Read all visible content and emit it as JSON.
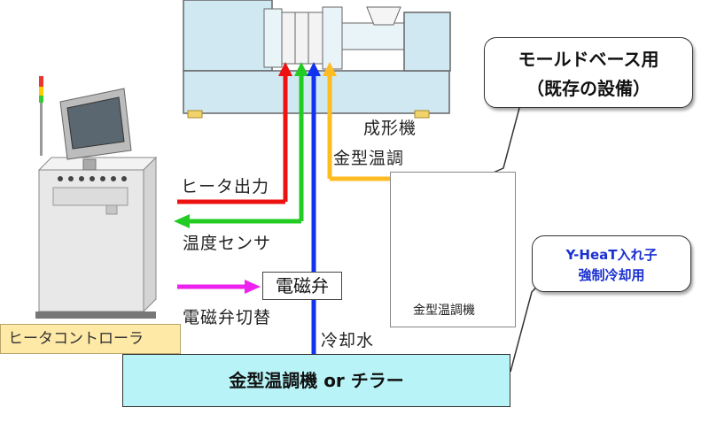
{
  "labels": {
    "heater_output": "ヒータ出力",
    "temp_sensor": "温度センサ",
    "molding_machine": "成形機",
    "mold_temp_control": "金型温調",
    "solenoid_valve": "電磁弁",
    "solenoid_switching": "電磁弁切替",
    "cooling_water": "冷却水",
    "heater_controller": "ヒータコントローラ",
    "mold_temp_unit": "金型温調機",
    "chiller": "金型温調機 or チラー"
  },
  "callouts": {
    "mold_base_line1": "モールドベース用",
    "mold_base_line2": "（既存の設備）",
    "yheat_line1": "Y-HeaT入れ子",
    "yheat_line2": "強制冷却用"
  },
  "colors": {
    "heater_line": "#ee1111",
    "sensor_line": "#22cc22",
    "cooling_line": "#1133ee",
    "temp_control_line": "#ffbb22",
    "solenoid_line": "#ee22ee",
    "chiller_fill": "#b8f4f7",
    "controller_label_fill": "#ffe9a6",
    "yheat_text": "#1a2fd0"
  },
  "icons": [
    "signal-tower-icon",
    "touch-panel-icon",
    "injection-molding-machine-icon",
    "temperature-control-unit-icon"
  ]
}
